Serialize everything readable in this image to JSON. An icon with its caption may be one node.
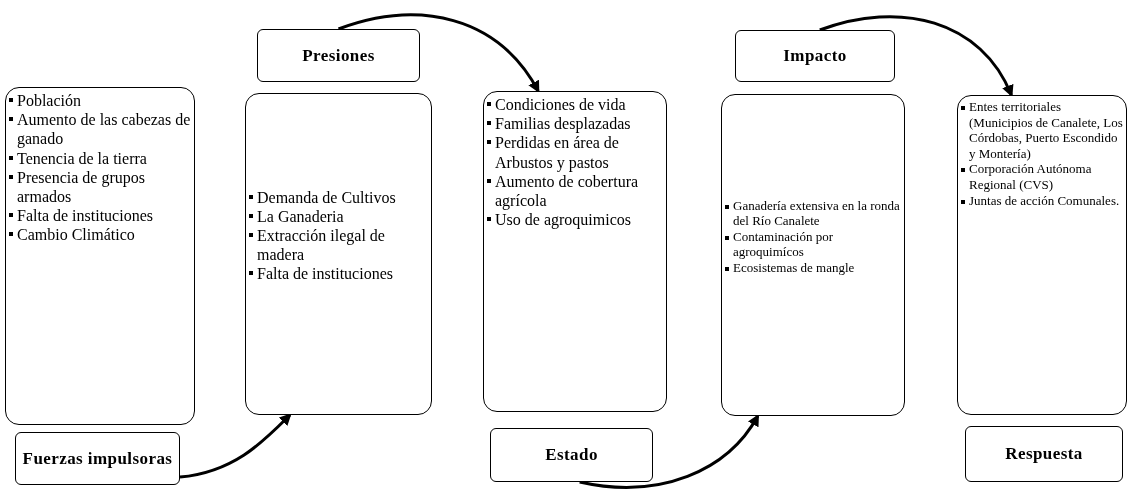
{
  "diagram": {
    "nodes": [
      {
        "text": [
          "Población",
          "Aumento de las cabezas de ganado",
          "Tenencia de la tierra",
          "Presencia de grupos armados",
          "Falta de instituciones",
          "Cambio Climático"
        ]
      },
      {
        "text": [
          "Fuerzas impulsoras"
        ]
      },
      {
        "text": [
          "Presiones"
        ]
      },
      {
        "text": [
          "Demanda de Cultivos",
          "La Ganaderia",
          "Extracción ilegal de madera",
          "Falta de instituciones"
        ]
      },
      {
        "text": [
          "Condiciones de vida",
          "Familias desplazadas",
          "Perdidas en área de Arbustos y pastos",
          "Aumento de cobertura agrícola",
          "Uso de agroquimicos"
        ]
      },
      {
        "text": [
          "Estado"
        ]
      },
      {
        "text": [
          "Impacto"
        ]
      },
      {
        "text": [
          "Ganadería extensiva en la ronda del Río Canalete",
          "Contaminación por agroquimícos",
          "Ecosistemas de mangle"
        ]
      },
      {
        "text": [
          "Entes territoriales (Municipios de Canalete, Los Córdobas, Puerto Escondido y Montería)",
          "Corporación Autónoma Regional (CVS)",
          "Juntas de acción Comunales."
        ]
      },
      {
        "text": [
          "Respuesta"
        ]
      }
    ],
    "edges": [
      {
        "from": 1,
        "to": 3,
        "arrow": "to"
      },
      {
        "from": 2,
        "to": 4,
        "arrow": "to"
      },
      {
        "from": 5,
        "to": 7,
        "arrow": "to"
      },
      {
        "from": 6,
        "to": 8,
        "arrow": "to"
      }
    ]
  }
}
